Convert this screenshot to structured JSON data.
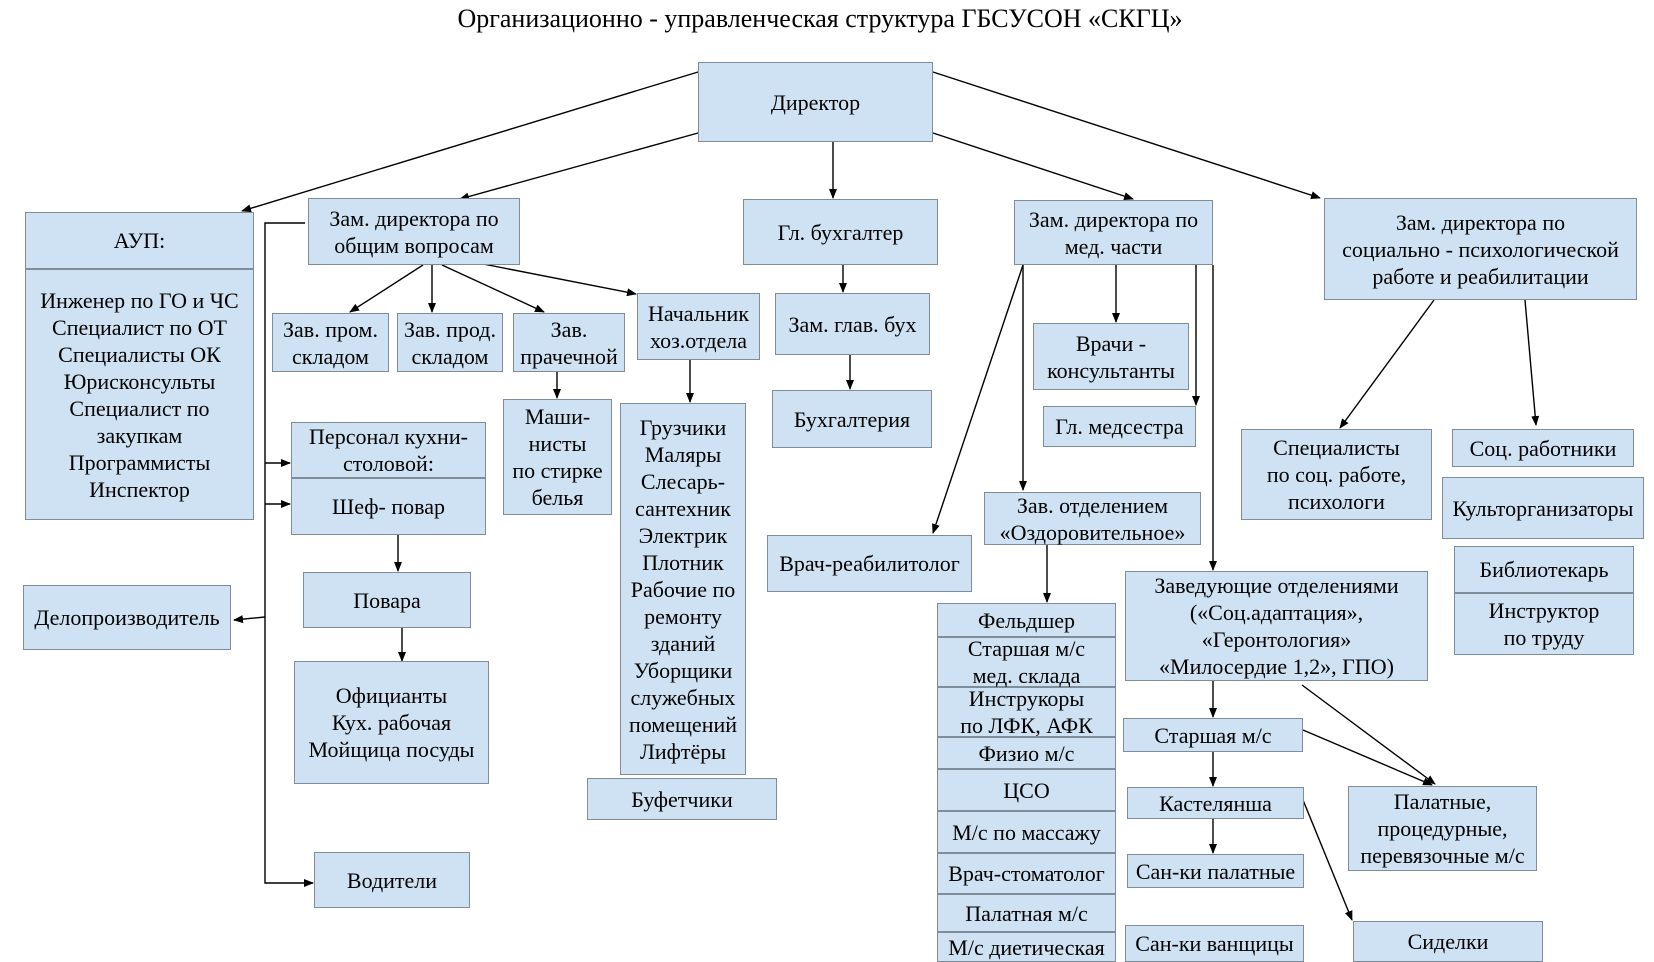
{
  "title": "Организационно - управленческая структура ГБСУСОН «СКГЦ»",
  "colors": {
    "box_fill": "#cfe2f3",
    "box_border": "#7f8c99",
    "line": "#000000"
  },
  "nodes": {
    "director": "Директор",
    "aup_header": "АУП:",
    "aup_list": "Инженер по ГО и ЧС\nСпециалист по ОТ\nСпециалисты ОК\nЮрисконсульты\nСпециалист по\nзакупкам\nПрограммисты\nИнспектор",
    "deloproizvoditel": "Делопроизводитель",
    "zam_general": "Зам. директора по\nобщим вопросам",
    "zav_prom": "Зав. пром.\nскладом",
    "zav_prod": "Зав. прод.\nскладом",
    "zav_prach": "Зав.\nпрачечной",
    "mashinisty": "Маши-\nнисты\nпо стирке\nбелья",
    "nach_hoz": "Начальник\nхоз.отдела",
    "hoz_workers": "Грузчики\nМаляры\nСлесарь-\nсантехник\nЭлектрик\nПлотник\nРабочие по\nремонту\nзданий\nУборщики\nслужебных\nпомещений\nЛифтёры",
    "bufetchiki": "Буфетчики",
    "kitchen_staff": "Персонал кухни-\nстоловой:",
    "chef": "Шеф- повар",
    "cooks": "Повара",
    "waiters": "Официанты\nКух. рабочая\nМойщица посуды",
    "drivers": "Водители",
    "chief_accountant": "Гл. бухгалтер",
    "deputy_accountant": "Зам. глав. бух",
    "accounting": "Бухгалтерия",
    "zam_med": "Зам. директора по\nмед. части",
    "doctors_consult": "Врачи -\nконсультанты",
    "head_nurse": "Гл. медсестра",
    "rehab_doctor": "Врач-реабилитолог",
    "zav_ozdor": "Зав. отделением\n«Оздоровительное»",
    "med_list": [
      "Фельдшер",
      "Старшая м/с\nмед. склада",
      "Инструкоры\nпо ЛФК, АФК",
      "Физио м/с",
      "ЦСО",
      "М/с по массажу",
      "Врач-стоматолог",
      "Палатная м/с",
      "М/с диетическая"
    ],
    "zav_depts": "Заведующие  отделениями\n(«Соц.адаптация»,\n«Геронтология»\n«Милосердие 1,2», ГПО)",
    "senior_nurse": "Старшая м/с",
    "kastelyansha": "Кастелянша",
    "san_palat": "Сан-ки палатные",
    "san_vann": "Сан-ки ванщицы",
    "ward_nurses": "Палатные,\nпроцедурные,\nперевязочные м/с",
    "sidelki": "Сиделки",
    "zam_social": "Зам. директора по\nсоциально - психологической\nработе и реабилитации",
    "social_specialists": "Специалисты\nпо соц. работе,\nпсихологи",
    "soc_workers": "Соц. работники",
    "kultorg": "Культорганизаторы",
    "librarian": "Библиотекарь",
    "labor_instructor": "Инструктор\nпо труду"
  }
}
